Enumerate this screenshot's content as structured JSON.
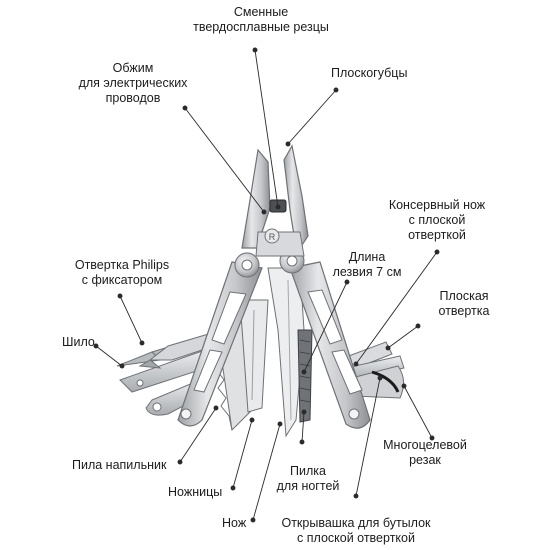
{
  "colors": {
    "line": "#2b2b2b",
    "text": "#1c1c1c",
    "steel_light": "#e3e4e6",
    "steel_mid": "#bfc1c4",
    "steel_dark": "#8a8d91",
    "handle_edge": "#6e7176",
    "knob": "#cfd1d4",
    "accent_black": "#1a1a1a"
  },
  "labels": {
    "replaceable_cutters": [
      "Сменные",
      "твердосплавные резцы"
    ],
    "crimper": [
      "Обжим",
      "для электрических",
      "проводов"
    ],
    "pliers": [
      "Плоскогубцы"
    ],
    "can_opener": [
      "Консервный нож",
      "с плоской",
      "отверткой"
    ],
    "blade_length": [
      "Длина",
      "лезвия 7 см"
    ],
    "philips": [
      "Отвертка Philips",
      "с фиксатором"
    ],
    "flat_screwdriver": [
      "Плоская",
      "отвертка"
    ],
    "awl": [
      "Шило"
    ],
    "multi_cutter": [
      "Многоцелевой",
      "резак"
    ],
    "saw_file": [
      "Пила напильник"
    ],
    "nail_file": [
      "Пилка",
      "для ногтей"
    ],
    "scissors": [
      "Ножницы"
    ],
    "knife": [
      "Нож"
    ],
    "bottle_opener": [
      "Открывашка для бутылок",
      "с плоской отверткой"
    ]
  },
  "logo_letter": "R"
}
